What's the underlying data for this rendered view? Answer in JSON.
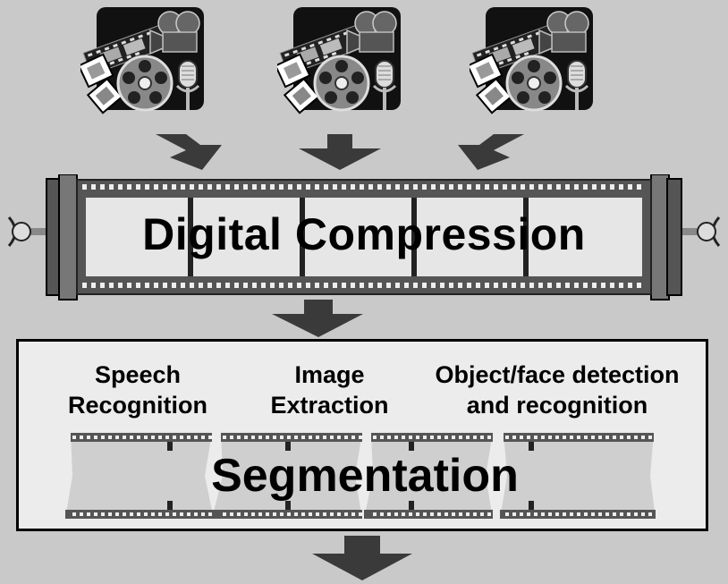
{
  "diagram": {
    "compression_label": "Digital Compression",
    "segmentation_label": "Segmentation",
    "modules": [
      {
        "line1": "Speech",
        "line2": "Recognition"
      },
      {
        "line1": "Image",
        "line2": "Extraction"
      },
      {
        "line1": "Object/face detection",
        "line2": "and recognition"
      }
    ],
    "media_icons": [
      "multimedia-clipart-icon",
      "multimedia-clipart-icon",
      "multimedia-clipart-icon"
    ],
    "colors": {
      "background": "#c9c9c9",
      "arrow": "#3a3a3a",
      "film": "#555555",
      "frame": "#e6e6e6",
      "box": "#ececec"
    }
  }
}
